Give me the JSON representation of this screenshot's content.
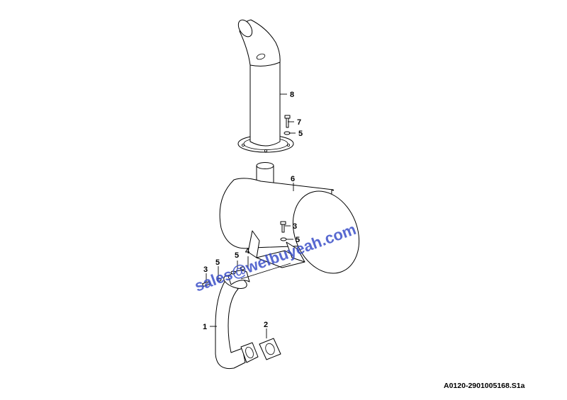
{
  "drawing_code": "A0120-2901005168.S1a",
  "watermark": "sales@welbuyeah.com",
  "callouts": [
    {
      "id": "c1",
      "label": "1"
    },
    {
      "id": "c2",
      "label": "2"
    },
    {
      "id": "c3a",
      "label": "3"
    },
    {
      "id": "c3b",
      "label": "3"
    },
    {
      "id": "c4",
      "label": "4"
    },
    {
      "id": "c5a",
      "label": "5"
    },
    {
      "id": "c5b",
      "label": "5"
    },
    {
      "id": "c5c",
      "label": "5"
    },
    {
      "id": "c5d",
      "label": "5"
    },
    {
      "id": "c6",
      "label": "6"
    },
    {
      "id": "c7",
      "label": "7"
    },
    {
      "id": "c8",
      "label": "8"
    }
  ]
}
